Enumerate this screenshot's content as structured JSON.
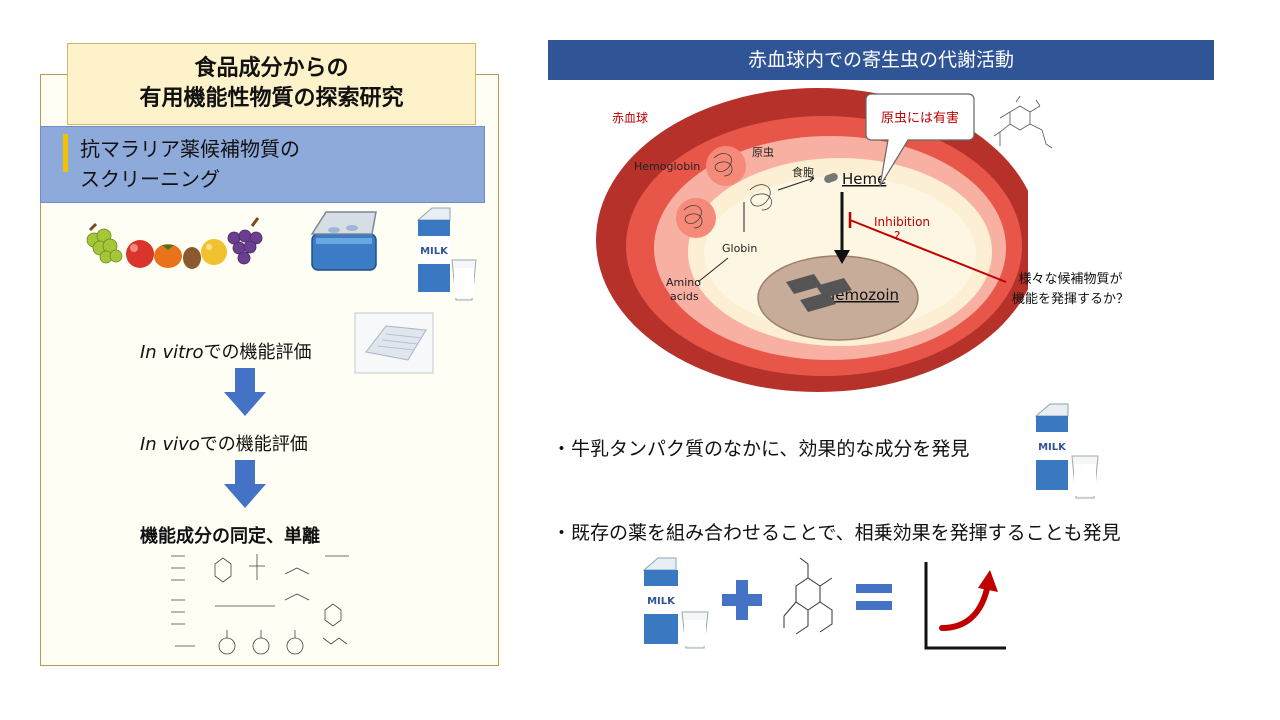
{
  "left": {
    "title_line1": "食品成分からの",
    "title_line2": "有用機能性物質の探索研究",
    "subtitle_line1": "抗マラリア薬候補物質の",
    "subtitle_line2": "スクリーニング",
    "milk_label": "MILK",
    "step1_italic": "In vitro",
    "step1_rest": "での機能評価",
    "step2_italic": "In vivo",
    "step2_rest": "での機能評価",
    "step3": "機能成分の同定、単離"
  },
  "right": {
    "banner": "赤血球内での寄生虫の代謝活動",
    "labels": {
      "rbc": "赤血球",
      "hemoglobin": "Hemoglobin",
      "parasite": "原虫",
      "food_vacuole": "食胞",
      "heme": "Heme",
      "globin": "Globin",
      "amino1": "Amino",
      "amino2": "acids",
      "hemozoin": "Hemozoin",
      "inhibition": "Inhibition",
      "question": "?",
      "harmful": "原虫には有害",
      "candidate1": "様々な候補物質が",
      "candidate2": "機能を発揮するか？"
    },
    "bullet1": "・牛乳タンパク質のなかに、効果的な成分を発見",
    "bullet2": "・既存の薬を組み合わせることで、相乗効果を発揮することも発見",
    "milk_label": "MILK"
  },
  "colors": {
    "banner": "#2f5597",
    "title_bg": "#fdf2c9",
    "subtitle_bg": "#8eaadb",
    "arrow_blue": "#4472c4",
    "rbc_outer": "#b5312a",
    "inhibition_red": "#c00000"
  }
}
